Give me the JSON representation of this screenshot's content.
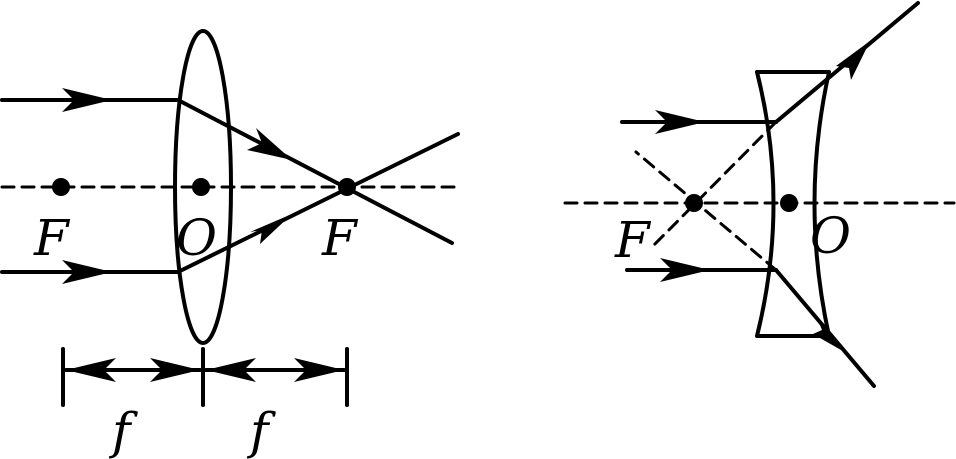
{
  "convex_lens": {
    "focus_left_label": "F",
    "center_label": "O",
    "focus_right_label": "F",
    "focal_length_left_label": "f",
    "focal_length_right_label": "f"
  },
  "concave_lens": {
    "virtual_focus_label": "F",
    "center_label": "O"
  },
  "colors": {
    "line": "#000000",
    "background": "#ffffff"
  }
}
